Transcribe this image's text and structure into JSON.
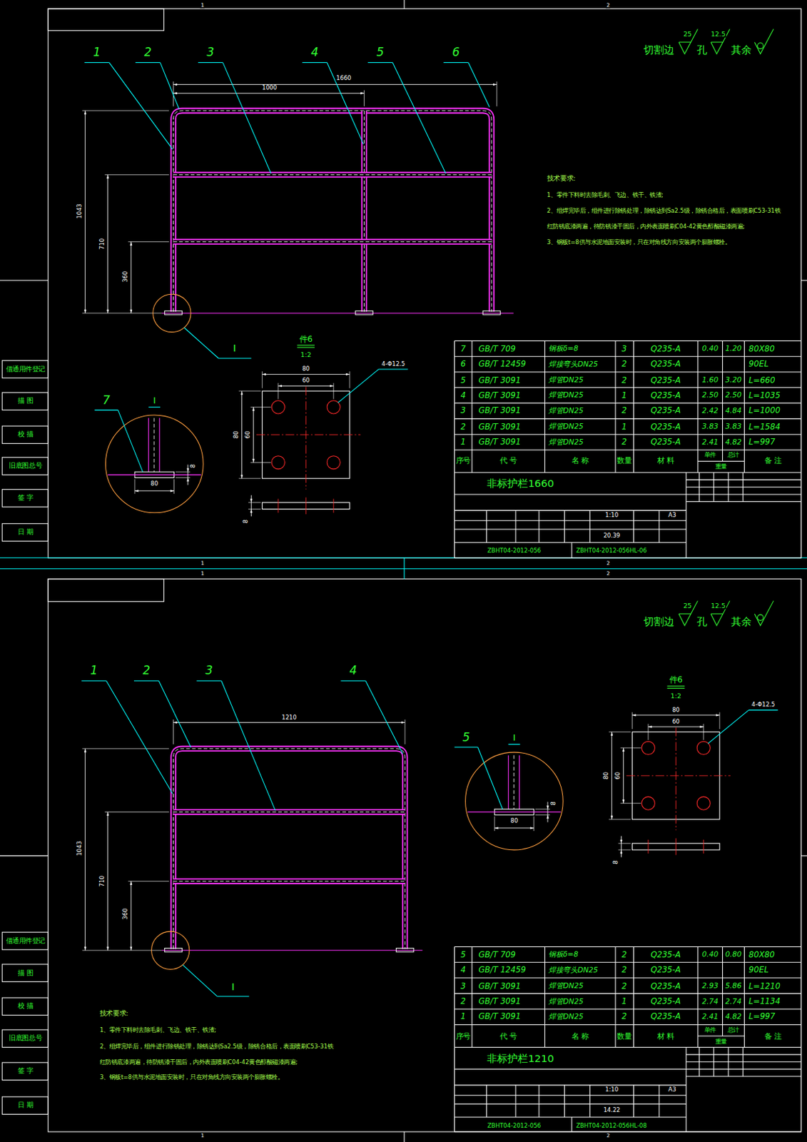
{
  "diagram": {
    "labels": [
      "1",
      "2",
      "切割边",
      "25",
      "孔",
      "12.5",
      "其余",
      "1",
      "2",
      "3",
      "4",
      "5",
      "6",
      "1660",
      "1000",
      "1043",
      "710",
      "360",
      "I",
      "7",
      "I",
      "80",
      "8",
      "件6",
      "1:2",
      "80",
      "60",
      "80",
      "60",
      "4-Φ12.5",
      "8",
      "技术要求:",
      "1、零件下料时去除毛刺、飞边、铁干、铁渣;",
      "2、组焊完毕后，组件进行除锈处理，除锈达到Sa2.5级，除锈合格后，表面喷刷C53-31铁",
      "红防锈底漆两遍，待防锈漆干固后，内外表面喷刷C04-42黄色醇酸磁漆两遍;",
      "3、钢板t=8供与水泥地面安装时，只在对角线方向安装两个膨胀螺栓。",
      "7",
      "GB/T 709",
      "钢板δ=8",
      "3",
      "Q235-A",
      "0.40",
      "1.20",
      "80X80",
      "6",
      "GB/T 12459",
      "焊接弯头DN25",
      "2",
      "Q235-A",
      "90EL",
      "5",
      "GB/T 3091",
      "焊管DN25",
      "2",
      "Q235-A",
      "1.60",
      "3.20",
      "L=660",
      "4",
      "GB/T 3091",
      "焊管DN25",
      "1",
      "Q235-A",
      "2.50",
      "2.50",
      "L=1035",
      "3",
      "GB/T 3091",
      "焊管DN25",
      "2",
      "Q235-A",
      "2.42",
      "4.84",
      "L=1000",
      "2",
      "GB/T 3091",
      "焊管DN25",
      "1",
      "Q235-A",
      "3.83",
      "3.83",
      "L=1584",
      "1",
      "GB/T 3091",
      "焊管DN25",
      "2",
      "Q235-A",
      "2.41",
      "4.82",
      "L=997",
      "序号",
      "代 号",
      "名 称",
      "数量",
      "材 料",
      "单件",
      "总计",
      "重量",
      "备 注",
      "非标护栏1660",
      "1:10",
      "A3",
      "20.39",
      "ZBHT04-2012-056",
      "ZBHT04-2012-056HL-06",
      "借通用件登记",
      "描 图",
      "校 描",
      "旧底图总号",
      "签 字",
      "日 期",
      "1",
      "2",
      "1",
      "2",
      "切割边",
      "25",
      "孔",
      "12.5",
      "其余",
      "1",
      "2",
      "3",
      "4",
      "1210",
      "1043",
      "710",
      "360",
      "I",
      "5",
      "I",
      "80",
      "8",
      "件6",
      "1:2",
      "80",
      "60",
      "80",
      "60",
      "4-Φ12.5",
      "8",
      "技术要求:",
      "1、零件下料时去除毛刺、飞边、铁干、铁渣;",
      "2、组焊完毕后，组件进行除锈处理，除锈达到Sa2.5级，除锈合格后，表面喷刷C53-31铁",
      "红防锈底漆两遍，待防锈漆干固后，内外表面喷刷C04-42黄色醇酸磁漆两遍;",
      "3、钢板t=8供与水泥地面安装时，只在对角线方向安装两个膨胀螺栓。",
      "5",
      "GB/T 709",
      "钢板δ=8",
      "2",
      "Q235-A",
      "0.40",
      "0.80",
      "80X80",
      "4",
      "GB/T 12459",
      "焊接弯头DN25",
      "2",
      "Q235-A",
      "90EL",
      "3",
      "GB/T 3091",
      "焊管DN25",
      "2",
      "Q235-A",
      "2.93",
      "5.86",
      "L=1210",
      "2",
      "GB/T 3091",
      "焊管DN25",
      "1",
      "Q235-A",
      "2.74",
      "2.74",
      "L=1134",
      "1",
      "GB/T 3091",
      "焊管DN25",
      "2",
      "Q235-A",
      "2.41",
      "4.82",
      "L=997",
      "序号",
      "代 号",
      "名 称",
      "数量",
      "材 料",
      "单件",
      "总计",
      "重量",
      "备 注",
      "非标护栏1210",
      "1:10",
      "A3",
      "14.22",
      "ZBHT04-2012-056",
      "ZBHT04-2012-056HL-08",
      "借通用件登记",
      "描 图",
      "校 描",
      "旧底图总号",
      "签 字",
      "日 期",
      "1",
      "2"
    ]
  }
}
